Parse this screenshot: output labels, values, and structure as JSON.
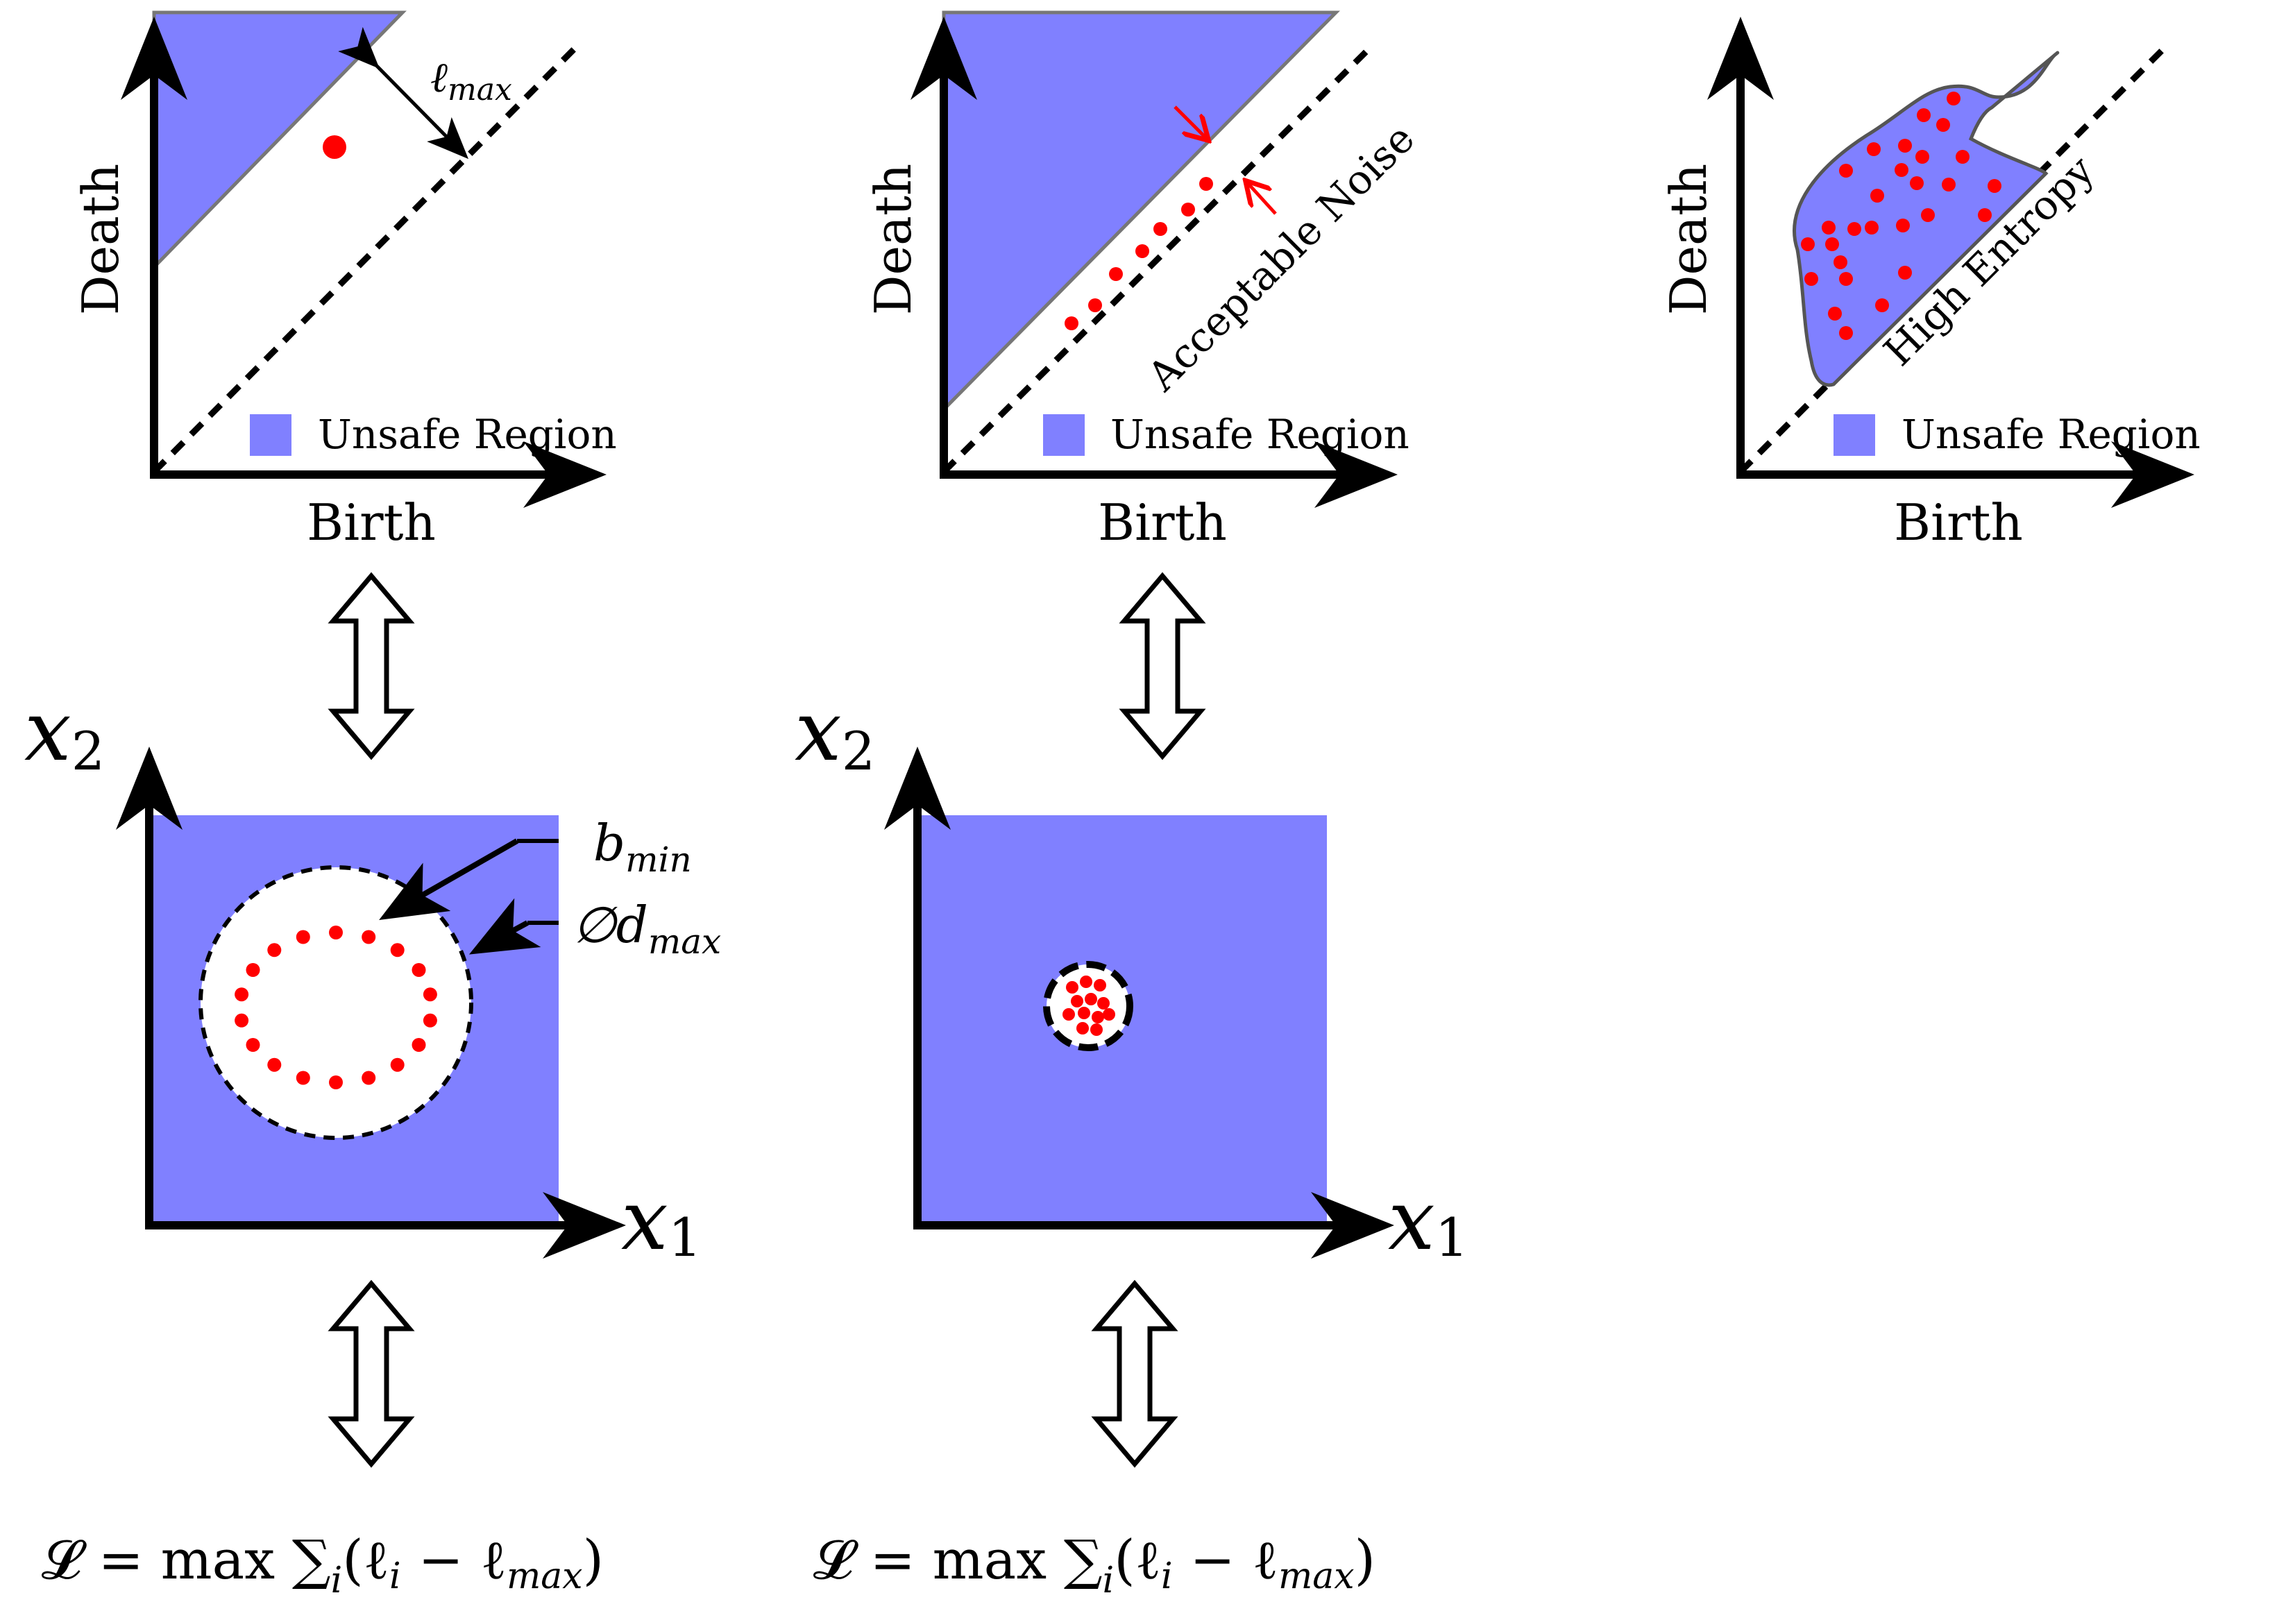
{
  "colors": {
    "unsafe_region": "#8080ff",
    "points": "#ff0000",
    "axis": "#000000"
  },
  "panels": {
    "top_left": {
      "x_axis_label": "Birth",
      "y_axis_label": "Death",
      "legend_label": "Unsafe Region",
      "annotation": {
        "base": "ℓ",
        "sub": "max"
      }
    },
    "top_middle": {
      "x_axis_label": "Birth",
      "y_axis_label": "Death",
      "legend_label": "Unsafe Region",
      "annotation": "Acceptable Noise"
    },
    "top_right": {
      "x_axis_label": "Birth",
      "y_axis_label": "Death",
      "legend_label": "Unsafe Region",
      "annotation": "High Entropy"
    },
    "bottom_left": {
      "x_axis_label": {
        "base": "x",
        "sub": "1"
      },
      "y_axis_label": {
        "base": "x",
        "sub": "2"
      },
      "annotation_bmin": {
        "base": "b",
        "sub": "min"
      },
      "annotation_dmax": {
        "base": "∅d",
        "sub": "max"
      }
    },
    "bottom_middle": {
      "x_axis_label": {
        "base": "x",
        "sub": "1"
      },
      "y_axis_label": {
        "base": "x",
        "sub": "2"
      }
    }
  },
  "equivalence_symbol": "⇕",
  "formulas": {
    "left": {
      "lhs": "𝓛 = max ∑",
      "index": "i",
      "body_open": "(ℓ",
      "body_i": "i",
      "body_mid": " − ℓ",
      "body_sub": "max",
      "body_close": ")"
    },
    "middle": {
      "lhs": "𝓛 = max ∑",
      "index": "i",
      "body_open": "(ℓ",
      "body_i": "i",
      "body_mid": " − ℓ",
      "body_sub": "max",
      "body_close": ")"
    }
  }
}
